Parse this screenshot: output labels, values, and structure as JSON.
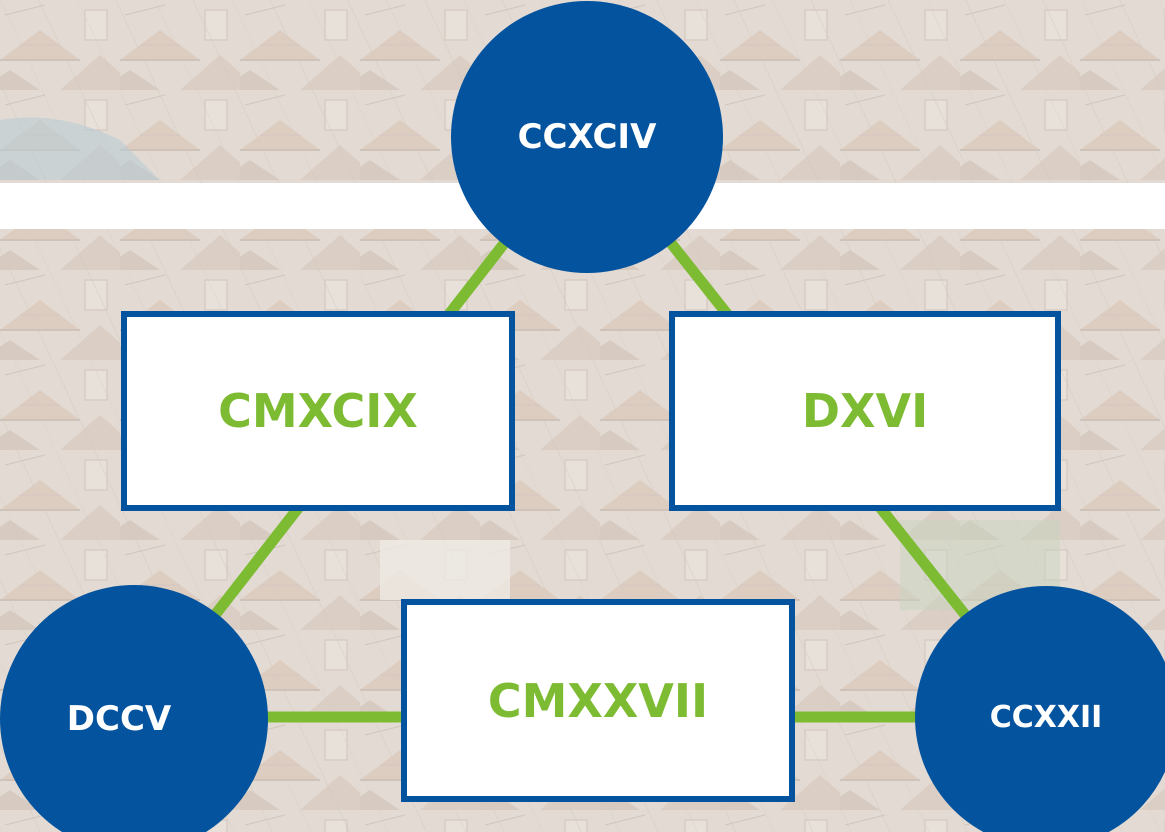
{
  "colors": {
    "node_fill": "#04539e",
    "edge": "#7dbb32",
    "box_border": "#04539e",
    "box_text": "#7dbb32",
    "circle_text": "#ffffff"
  },
  "nodes": {
    "top": "CCXCIV",
    "left": "DCCV",
    "right": "CCXXII"
  },
  "edges": {
    "left": "CMXCIX",
    "right": "DXVI",
    "bottom": "CMXXVII"
  },
  "background": {
    "description_icon": "city-rooftops-illustration"
  }
}
